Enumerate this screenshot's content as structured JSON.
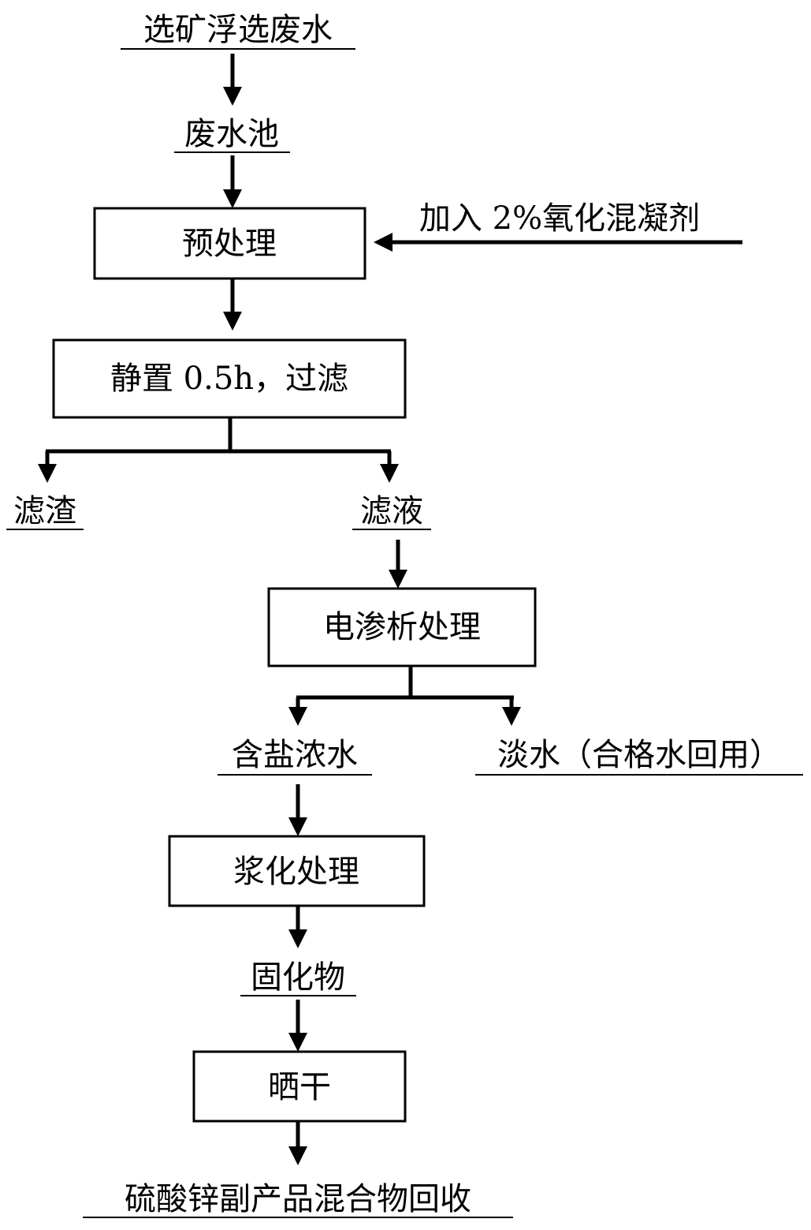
{
  "nodes": {
    "source": "选矿浮选废水",
    "pool": "废水池",
    "pretreat": "预处理",
    "additive": "加入 2%氧化混凝剂",
    "settle": "静置 0.5h，过滤",
    "residue": "滤渣",
    "filtrate": "滤液",
    "electrodialysis": "电渗析处理",
    "brine": "含盐浓水",
    "fresh": "淡水（合格水回用）",
    "slurry": "浆化处理",
    "solid": "固化物",
    "sundry": "晒干",
    "product": "硫酸锌副产品混合物回收"
  },
  "colors": {
    "line": "#000000",
    "background": "#ffffff"
  }
}
